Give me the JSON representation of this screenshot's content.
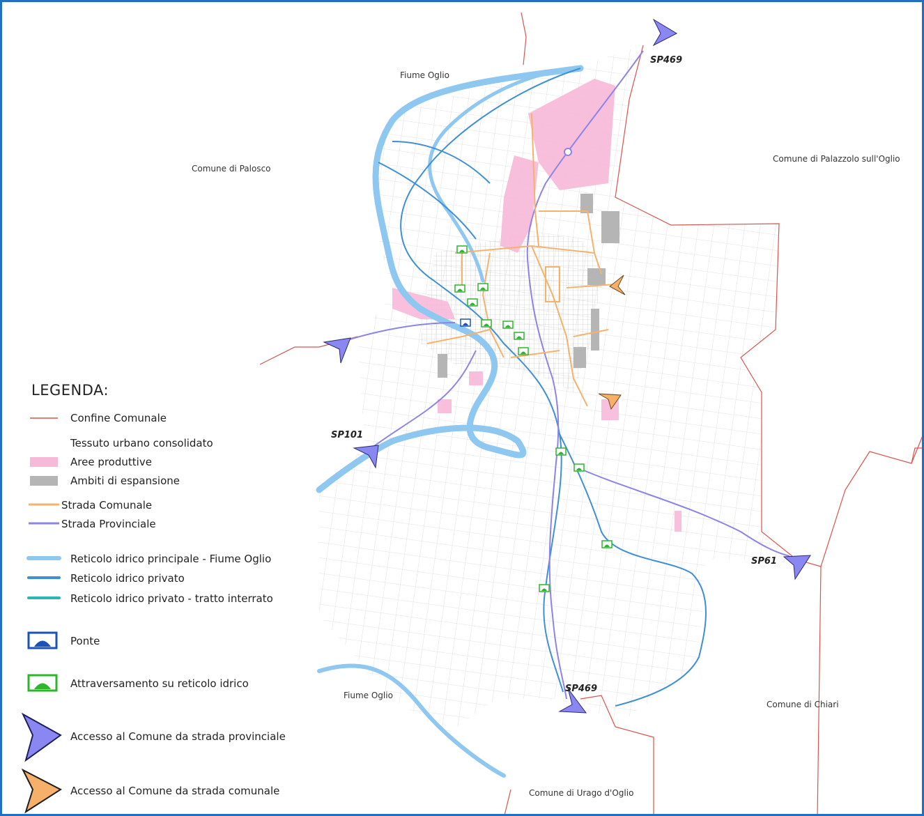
{
  "map": {
    "labels": {
      "fiume_oglio_north": "Fiume Oglio",
      "fiume_oglio_south": "Fiume Oglio",
      "comune_palosco": "Comune di Palosco",
      "comune_palazzolo": "Comune di Palazzolo sull'Oglio",
      "comune_chiari": "Comune di Chiari",
      "comune_urago": "Comune di Urago d'Oglio"
    },
    "roads": {
      "sp469_north": "SP469",
      "sp469_south": "SP469",
      "sp101": "SP101",
      "sp61": "SP61"
    },
    "colors": {
      "boundary": "#d9534f",
      "urban": "#f7b9d8",
      "expansion": "#b5b5b5",
      "comunale": "#f5b26b",
      "provinciale": "#8c84e6",
      "river_main": "#8ec7ef",
      "river_private": "#3f8fd6",
      "river_buried": "#2cb5b2",
      "bridge": "#1b52b8",
      "crossing": "#2db52d",
      "arrow_prov": "#8a86f2",
      "arrow_com": "#f6b06a"
    }
  },
  "legend": {
    "title": "LEGENDA:",
    "items": [
      {
        "label": "Confine Comunale"
      },
      {
        "label": "Tessuto urbano consolidato"
      },
      {
        "label": "Aree produttive"
      },
      {
        "label": "Ambiti di espansione"
      },
      {
        "label": "Strada Comunale"
      },
      {
        "label": "Strada Provinciale"
      },
      {
        "label": "Reticolo idrico principale - Fiume Oglio"
      },
      {
        "label": "Reticolo idrico privato"
      },
      {
        "label": "Reticolo idrico privato - tratto interrato"
      },
      {
        "label": "Ponte"
      },
      {
        "label": "Attraversamento su reticolo idrico"
      },
      {
        "label": "Accesso al Comune da strada provinciale"
      },
      {
        "label": "Accesso al Comune da strada comunale"
      }
    ]
  }
}
